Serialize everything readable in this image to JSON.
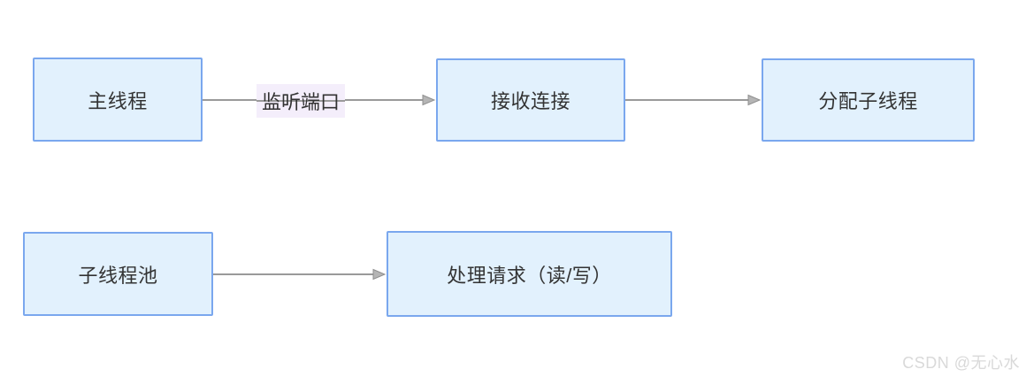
{
  "diagram": {
    "nodes": [
      {
        "id": "main-thread",
        "label": "主线程"
      },
      {
        "id": "accept-connection",
        "label": "接收连接"
      },
      {
        "id": "assign-subthread",
        "label": "分配子线程"
      },
      {
        "id": "subthread-pool",
        "label": "子线程池"
      },
      {
        "id": "handle-request",
        "label": "处理请求（读/写）"
      }
    ],
    "edges": [
      {
        "from": "main-thread",
        "to": "accept-connection",
        "label": "监听端口"
      },
      {
        "from": "accept-connection",
        "to": "assign-subthread",
        "label": ""
      },
      {
        "from": "subthread-pool",
        "to": "handle-request",
        "label": ""
      }
    ],
    "colors": {
      "node_fill": "#e2f1fd",
      "node_border": "#7aa7ee",
      "edge_line": "#9a9a9a",
      "arrowhead_fill": "#b5b5b5",
      "arrowhead_stroke": "#8f8f8f",
      "edge_label_bg": "#f4eefb",
      "text": "#333333"
    }
  },
  "watermark": {
    "text": "CSDN @无心水",
    "color": "#d9d9d9"
  }
}
